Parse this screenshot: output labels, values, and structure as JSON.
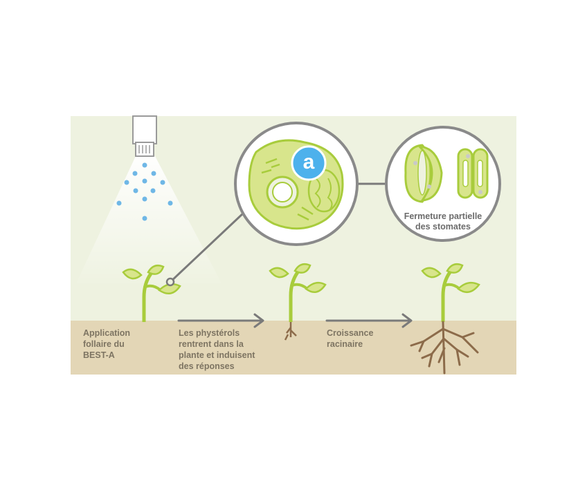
{
  "steps": [
    {
      "label": "Application\nfollaire du\nBEST-A"
    },
    {
      "label": "Les phystérols\nrentrent dans la\nplante et induisent\ndes réponses"
    },
    {
      "label": "Croissance\nracinaire"
    }
  ],
  "cell_badge": "a",
  "stomata_label": "Fermeture partielle\ndes stomates",
  "colors": {
    "background": "#eef2e0",
    "soil": "#e3d6b6",
    "leaf": "#d8e58c",
    "stem": "#a8cc3c",
    "root": "#8c6b4a",
    "droplet": "#6fb7e6",
    "badge": "#4db1ec",
    "arrow": "#7a7a7a"
  },
  "icons": [
    "sprayer-icon",
    "plant-icon",
    "cell-icon",
    "stomata-icon",
    "arrow-icon"
  ]
}
